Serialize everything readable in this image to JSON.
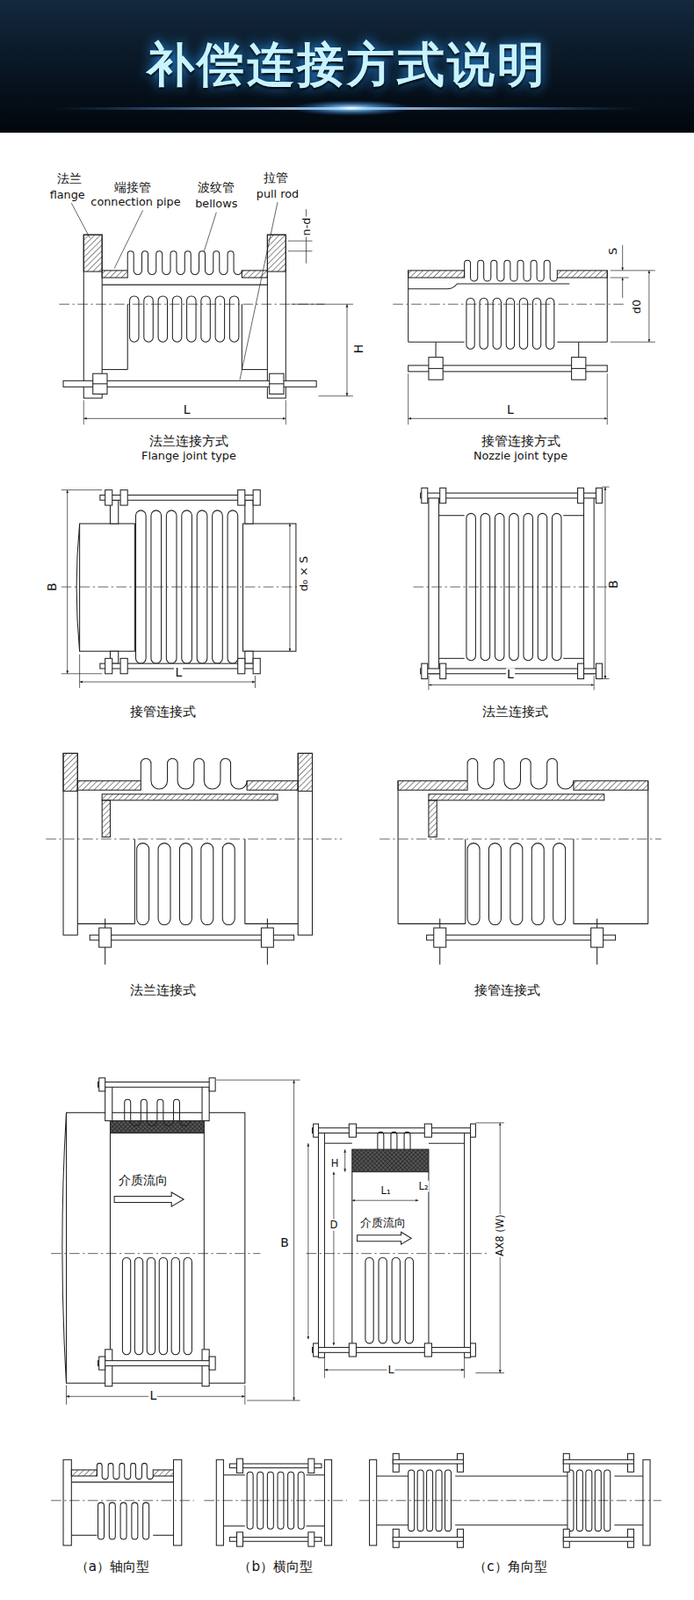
{
  "diagram": {
    "title": "补偿连接方式说明",
    "labels": [
      "法兰",
      "flange",
      "端接管",
      "connection pipe",
      "波纹管",
      "bellows",
      "拉管",
      "pull rod",
      "n-d",
      "S",
      "d0",
      "H",
      "L",
      "L",
      "法兰连接方式",
      "Flange joint type",
      "接管连接方式",
      "Nozzie joint type",
      "B",
      "d₀ × S",
      "B",
      "L",
      "L",
      "接管连接式",
      "法兰连接式",
      "法兰连接式",
      "接管连接式",
      "H",
      "L₁",
      "L₂",
      "介质流向",
      "B",
      "D",
      "介质流向",
      "AX8 (W)",
      "L",
      "L",
      "（a）轴向型",
      "（b）横向型",
      "（c）角向型"
    ]
  }
}
